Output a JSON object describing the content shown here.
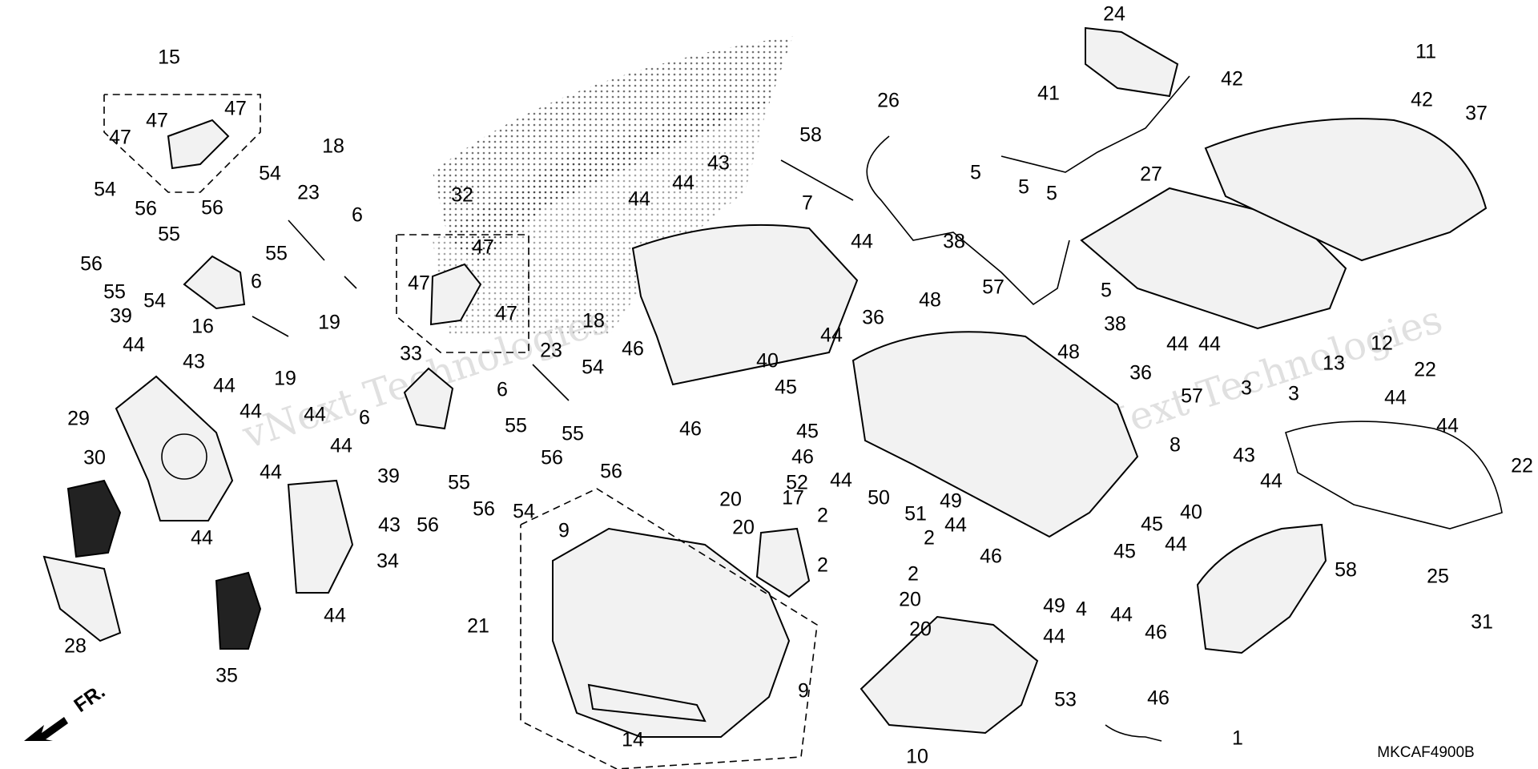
{
  "diagram": {
    "code": "MKCAF4900B",
    "front_label": "FR.",
    "watermark_text": "vNext Technologies",
    "callouts": {
      "c1": "1",
      "c2a": "2",
      "c2b": "2",
      "c2c": "2",
      "c2d": "2",
      "c3a": "3",
      "c3b": "3",
      "c4": "4",
      "c5a": "5",
      "c5b": "5",
      "c5c": "5",
      "c5d": "5",
      "c6a": "6",
      "c6b": "6",
      "c6c": "6",
      "c6d": "6",
      "c7": "7",
      "c8": "8",
      "c9a": "9",
      "c9b": "9",
      "c10": "10",
      "c11": "11",
      "c12": "12",
      "c13": "13",
      "c14": "14",
      "c15": "15",
      "c16": "16",
      "c17": "17",
      "c18a": "18",
      "c18b": "18",
      "c19a": "19",
      "c19b": "19",
      "c20a": "20",
      "c20b": "20",
      "c20c": "20",
      "c20d": "20",
      "c21": "21",
      "c22a": "22",
      "c22b": "22",
      "c23a": "23",
      "c23b": "23",
      "c24": "24",
      "c25": "25",
      "c26": "26",
      "c27": "27",
      "c28": "28",
      "c29": "29",
      "c30": "30",
      "c31": "31",
      "c32": "32",
      "c33": "33",
      "c34": "34",
      "c35": "35",
      "c36a": "36",
      "c36b": "36",
      "c37": "37",
      "c38a": "38",
      "c38b": "38",
      "c39a": "39",
      "c39b": "39",
      "c40a": "40",
      "c40b": "40",
      "c41": "41",
      "c42a": "42",
      "c42b": "42",
      "c43a": "43",
      "c43b": "43",
      "c43c": "43",
      "c43d": "43",
      "c44a": "44",
      "c44b": "44",
      "c44c": "44",
      "c44d": "44",
      "c44e": "44",
      "c44f": "44",
      "c44g": "44",
      "c44h": "44",
      "c44i": "44",
      "c44j": "44",
      "c44k": "44",
      "c44l": "44",
      "c44m": "44",
      "c44n": "44",
      "c44o": "44",
      "c44p": "44",
      "c44q": "44",
      "c44r": "44",
      "c44s": "44",
      "c44t": "44",
      "c44u": "44",
      "c44v": "44",
      "c45a": "45",
      "c45b": "45",
      "c45c": "45",
      "c45d": "45",
      "c46a": "46",
      "c46b": "46",
      "c46c": "46",
      "c46d": "46",
      "c46e": "46",
      "c46f": "46",
      "c47a": "47",
      "c47b": "47",
      "c47c": "47",
      "c47d": "47",
      "c47e": "47",
      "c47f": "47",
      "c48a": "48",
      "c48b": "48",
      "c49a": "49",
      "c49b": "49",
      "c50": "50",
      "c51": "51",
      "c52": "52",
      "c53": "53",
      "c54a": "54",
      "c54b": "54",
      "c54c": "54",
      "c54d": "54",
      "c54e": "54",
      "c55a": "55",
      "c55b": "55",
      "c55c": "55",
      "c55d": "55",
      "c55e": "55",
      "c55f": "55",
      "c56a": "56",
      "c56b": "56",
      "c56c": "56",
      "c56d": "56",
      "c56e": "56",
      "c56f": "56",
      "c56g": "56",
      "c57a": "57",
      "c57b": "57",
      "c58a": "58",
      "c58b": "58"
    }
  }
}
